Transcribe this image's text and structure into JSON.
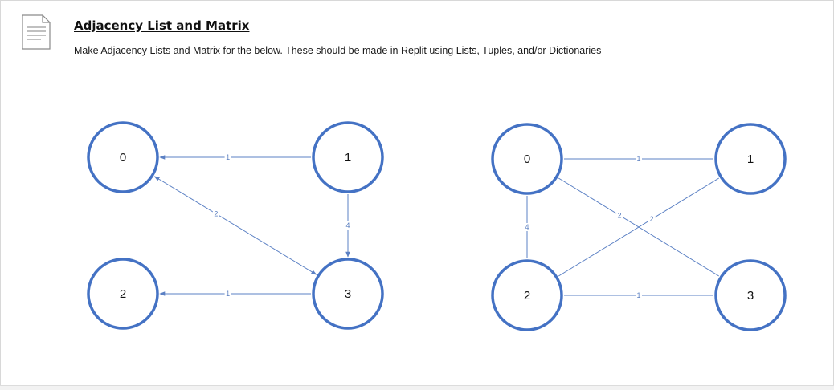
{
  "document": {
    "title": "Adjacency List and Matrix",
    "instructions": "Make Adjacency Lists and Matrix for the below. These should be made in Replit using Lists, Tuples, and/or Dictionaries"
  },
  "colors": {
    "node_stroke": "#4472c4",
    "edge_stroke": "#5b80c4",
    "label_text": "#111111"
  },
  "graphs": {
    "left": {
      "directed": true,
      "nodes": [
        {
          "id": "0"
        },
        {
          "id": "1"
        },
        {
          "id": "2"
        },
        {
          "id": "3"
        }
      ],
      "edges": [
        {
          "from": "1",
          "to": "0",
          "weight": "1",
          "arrow": "to"
        },
        {
          "from": "0",
          "to": "3",
          "weight": "2",
          "arrow": "both"
        },
        {
          "from": "1",
          "to": "3",
          "weight": "4",
          "arrow": "to"
        },
        {
          "from": "3",
          "to": "2",
          "weight": "1",
          "arrow": "to"
        }
      ]
    },
    "right": {
      "directed": false,
      "nodes": [
        {
          "id": "0"
        },
        {
          "id": "1"
        },
        {
          "id": "2"
        },
        {
          "id": "3"
        }
      ],
      "edges": [
        {
          "from": "0",
          "to": "1",
          "weight": "1"
        },
        {
          "from": "0",
          "to": "2",
          "weight": "4"
        },
        {
          "from": "0",
          "to": "3",
          "weight": "2"
        },
        {
          "from": "1",
          "to": "2",
          "weight": "2"
        },
        {
          "from": "2",
          "to": "3",
          "weight": "1"
        }
      ]
    }
  }
}
